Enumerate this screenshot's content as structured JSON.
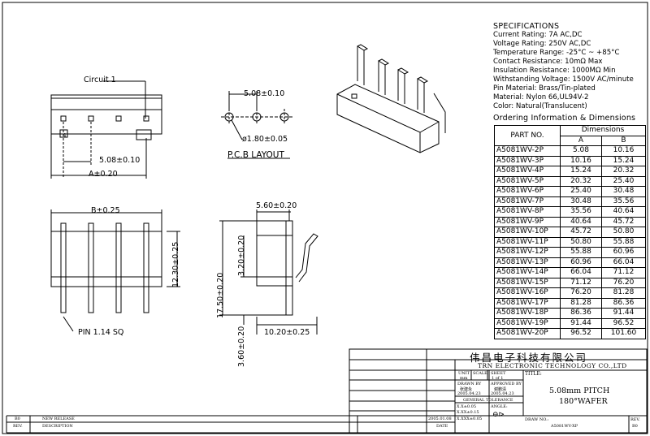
{
  "specifications": {
    "title": "SPECIFICATIONS",
    "lines": [
      "Current Rating: 7A AC,DC",
      "Voltage Rating: 250V AC,DC",
      "Temperature Range: -25°C ~ +85°C",
      "Contact Resistance: 10mΩ Max",
      "Insulation Resistance: 1000MΩ Min",
      "Withstanding Voltage: 1500V AC/minute",
      "Pin Material: Brass/Tin-plated",
      "Material: Nylon 66,UL94V-2",
      "Color: Natural(Translucent)"
    ]
  },
  "ordering": {
    "title": "Ordering Information & Dimensions",
    "part_header": "PART NO.",
    "dims_header": "Dimensions",
    "col_a": "A",
    "col_b": "B",
    "rows": [
      [
        "A5081WV-2P",
        "5.08",
        "10.16"
      ],
      [
        "A5081WV-3P",
        "10.16",
        "15.24"
      ],
      [
        "A5081WV-4P",
        "15.24",
        "20.32"
      ],
      [
        "A5081WV-5P",
        "20.32",
        "25.40"
      ],
      [
        "A5081WV-6P",
        "25.40",
        "30.48"
      ],
      [
        "A5081WV-7P",
        "30.48",
        "35.56"
      ],
      [
        "A5081WV-8P",
        "35.56",
        "40.64"
      ],
      [
        "A5081WV-9P",
        "40.64",
        "45.72"
      ],
      [
        "A5081WV-10P",
        "45.72",
        "50.80"
      ],
      [
        "A5081WV-11P",
        "50.80",
        "55.88"
      ],
      [
        "A5081WV-12P",
        "55.88",
        "60.96"
      ],
      [
        "A5081WV-13P",
        "60.96",
        "66.04"
      ],
      [
        "A5081WV-14P",
        "66.04",
        "71.12"
      ],
      [
        "A5081WV-15P",
        "71.12",
        "76.20"
      ],
      [
        "A5081WV-16P",
        "76.20",
        "81.28"
      ],
      [
        "A5081WV-17P",
        "81.28",
        "86.36"
      ],
      [
        "A5081WV-18P",
        "86.36",
        "91.44"
      ],
      [
        "A5081WV-19P",
        "91.44",
        "96.52"
      ],
      [
        "A5081WV-20P",
        "96.52",
        "101.60"
      ]
    ]
  },
  "front_view": {
    "circuit_label": "Circuit 1",
    "pin_number": "4",
    "pitch_dim": "5.08±0.10",
    "a_dim": "A±0.20"
  },
  "pcb_layout": {
    "pitch_dim": "5.08±0.10",
    "hole_dim": "ø1.80±0.05",
    "title": "P.C.B LAYOUT"
  },
  "bottom_view": {
    "b_dim": "B±0.25",
    "height_dim": "12.30±0.25",
    "pin_label": "PIN 1.14 SQ"
  },
  "side_view": {
    "top_dim": "5.60±0.20",
    "total_height_dim": "17.50±0.20",
    "upper_dim": "3.20±0.20",
    "lower_dim": "3.60±0.20",
    "depth_dim": "10.20±0.25"
  },
  "title_block": {
    "company_cn": "伟昌电子科技有限公司",
    "company_en": "TRN ELECTRONIC TECHNOLOGY CO.,LTD",
    "unit_label": "UNIT",
    "scale_label": "SCALE",
    "sheet_label": "SHEET",
    "title_label": "TITLE:",
    "unit_value": "mm",
    "sheet_value": "1 of 1",
    "drawn_by_label": "DRAWN BY",
    "drawn_by_name": "张建永",
    "drawn_date": "2005.04.23",
    "approved_by_label": "APPROVED BY",
    "approved_by_name": "谢鹏清",
    "approved_date": "2005.04.23",
    "general_tolerance": "GENERAL TOLERANCE",
    "tol_1": "X.X±0.05",
    "tol_2": "X.XX±0.15",
    "tol_3": "X.XXX±0.05",
    "angle_label": "ANGLE:",
    "title_line1": "5.08mm PITCH",
    "title_line2": "180°WAFER",
    "drawing_no_label": "DRAW NO.:",
    "drawing_no": "A5081WV-XP",
    "rev_label": "REV.",
    "rev_value": "B0",
    "rev_row_rev": "B0",
    "rev_row_desc": "NEW RELEASE",
    "rev_row_date": "2005.01.08",
    "hdr_rev": "REV.",
    "hdr_desc": "DESCRIPTION",
    "hdr_date": "DATE"
  }
}
